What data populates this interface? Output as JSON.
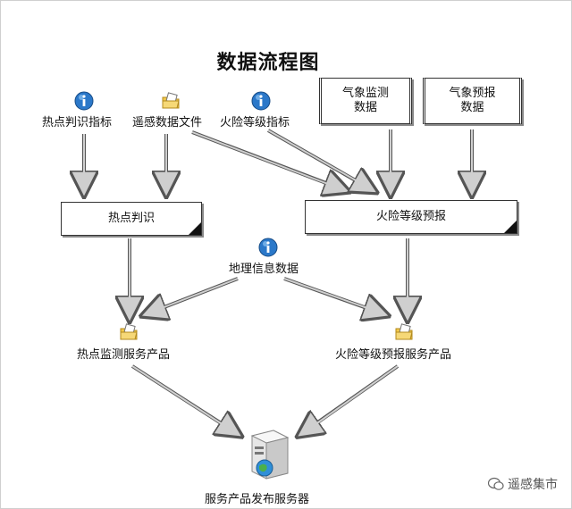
{
  "title": "数据流程图",
  "sources": {
    "hotspot_index": "热点判识指标",
    "rs_data_file": "遥感数据文件",
    "fire_index": "火险等级指标",
    "weather_monitor": "气象监测\n数据",
    "weather_forecast": "气象预报\n数据"
  },
  "processes": {
    "hotspot_identify": "热点判识",
    "fire_forecast": "火险等级预报"
  },
  "geo_data": "地理信息数据",
  "products": {
    "hotspot_product": "热点监测服务产品",
    "fire_product": "火险等级预报服务产品"
  },
  "server": "服务产品发布服务器",
  "watermark": "遥感集市",
  "icons": {
    "info": "info-icon",
    "file": "folder-file-icon",
    "server": "server-icon",
    "wechat": "wechat-icon"
  },
  "colors": {
    "arrow_fill": "#cfcfcf",
    "arrow_stroke": "#555555",
    "info_blue": "#2b78c9",
    "file_yellow": "#f1c84b"
  }
}
